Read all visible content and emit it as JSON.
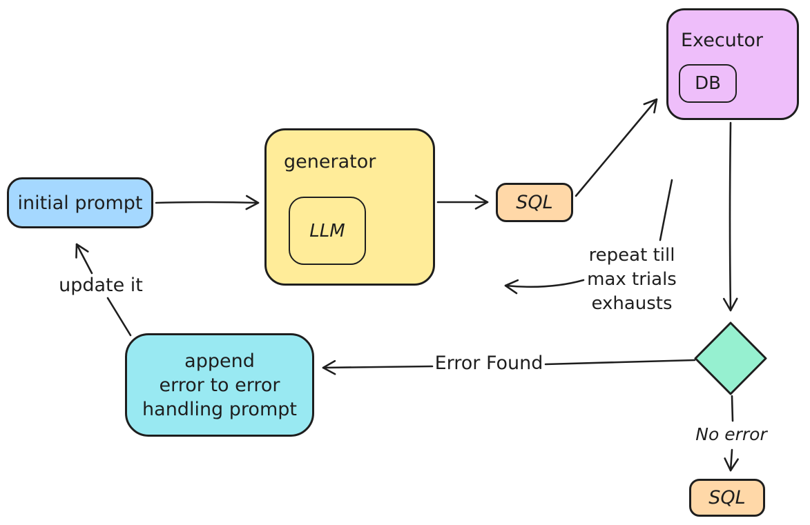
{
  "colors": {
    "background": "#ffffff",
    "stroke": "#1e1e1e",
    "blue": "#a5d8ff",
    "yellow": "#ffec99",
    "orange": "#ffd8a8",
    "purple": "#eebefa",
    "cyan": "#99e9f2",
    "green": "#96f0d0"
  },
  "nodes": {
    "initial_prompt": {
      "label": "initial prompt",
      "fill": "#a5d8ff"
    },
    "generator": {
      "label": "generator",
      "fill": "#ffec99"
    },
    "llm": {
      "label": "LLM"
    },
    "sql": {
      "label": "SQL",
      "fill": "#ffd8a8"
    },
    "executor": {
      "label": "Executor",
      "fill": "#eebefa"
    },
    "db": {
      "label": "DB"
    },
    "decision_diamond": {
      "fill": "#96f0d0"
    },
    "append_error": {
      "label": "append\nerror to error\nhandling prompt",
      "fill": "#99e9f2"
    },
    "sql_output": {
      "label": "SQL",
      "fill": "#ffd8a8"
    }
  },
  "edge_labels": {
    "update_it": "update it",
    "repeat": "repeat till\nmax trials\nexhausts",
    "error_found": "Error Found",
    "no_error": "No error"
  }
}
